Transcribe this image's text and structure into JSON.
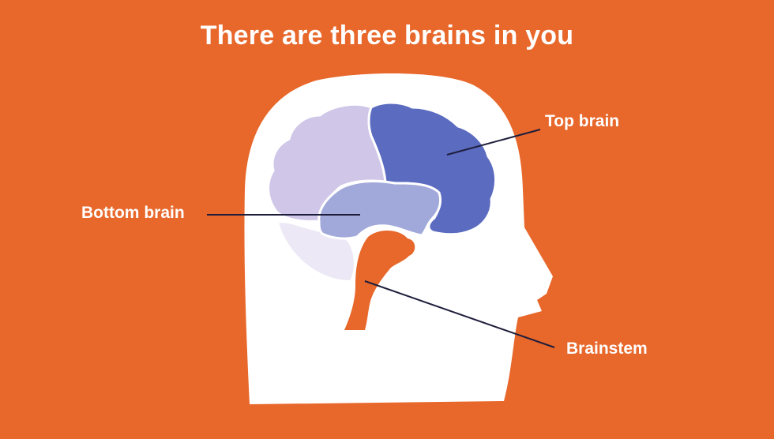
{
  "title": "There are three brains in you",
  "labels": {
    "top_brain": "Top brain",
    "bottom_brain": "Bottom brain",
    "brainstem": "Brainstem"
  },
  "colors": {
    "background": "#E8672A",
    "head": "#FFFFFF",
    "top_brain_front": "#D0C7E8",
    "top_brain_back": "#5B6BC0",
    "bottom_brain": "#A0A9DA",
    "cerebellum": "#ECE8F5",
    "brainstem": "#E8672A",
    "leader_line": "#1E1E3C"
  }
}
